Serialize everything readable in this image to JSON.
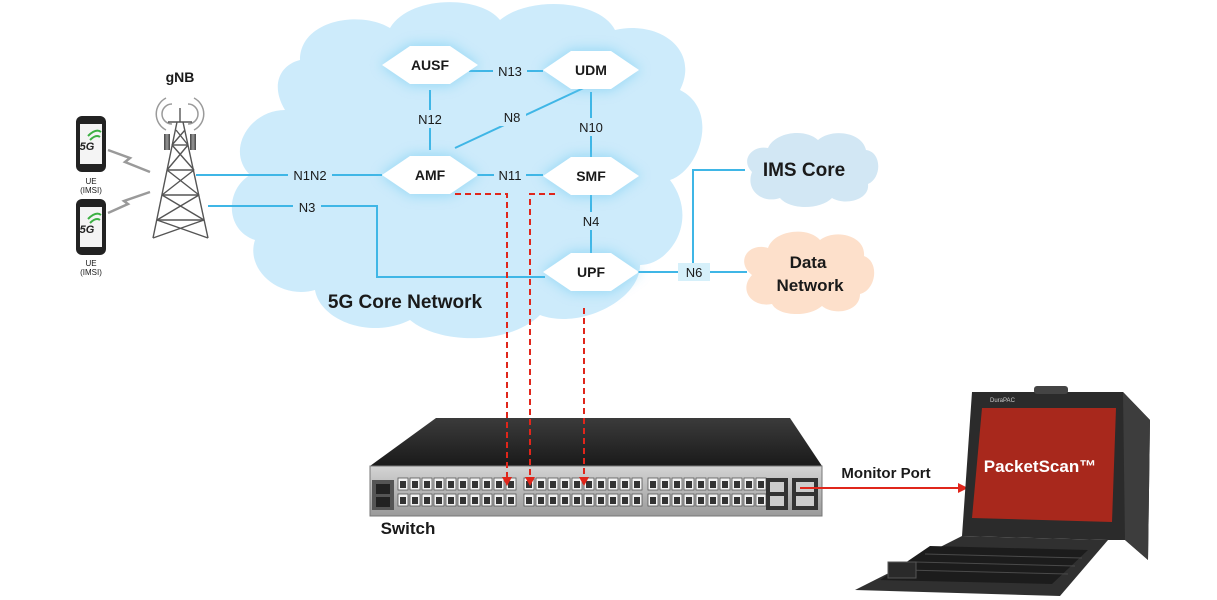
{
  "diagram": {
    "core": {
      "label": "5G Core Network",
      "nodes": {
        "ausf": "AUSF",
        "udm": "UDM",
        "amf": "AMF",
        "smf": "SMF",
        "upf": "UPF"
      },
      "interfaces": {
        "n13": "N13",
        "n12": "N12",
        "n8": "N8",
        "n10": "N10",
        "n1n2": "N1N2",
        "n11": "N11",
        "n3": "N3",
        "n4": "N4",
        "n6": "N6"
      }
    },
    "ran": {
      "gnb_label": "gNB",
      "ue_badge": "5G",
      "ue_label_line1": "UE",
      "ue_label_line2": "(IMSI)"
    },
    "external": {
      "ims": "IMS Core",
      "data_network_line1": "Data",
      "data_network_line2": "Network"
    },
    "monitoring": {
      "switch_label": "Switch",
      "monitor_port_label": "Monitor Port",
      "laptop_screen_text": "PacketScan™",
      "laptop_brand": "DuraPAC"
    },
    "colors": {
      "cloud_core": "#cdebfb",
      "cloud_ims": "#d2e7f4",
      "cloud_data": "#fde0cb",
      "link": "#3fb6e6",
      "mirror": "#e0261b",
      "screen": "#a8281c"
    }
  }
}
